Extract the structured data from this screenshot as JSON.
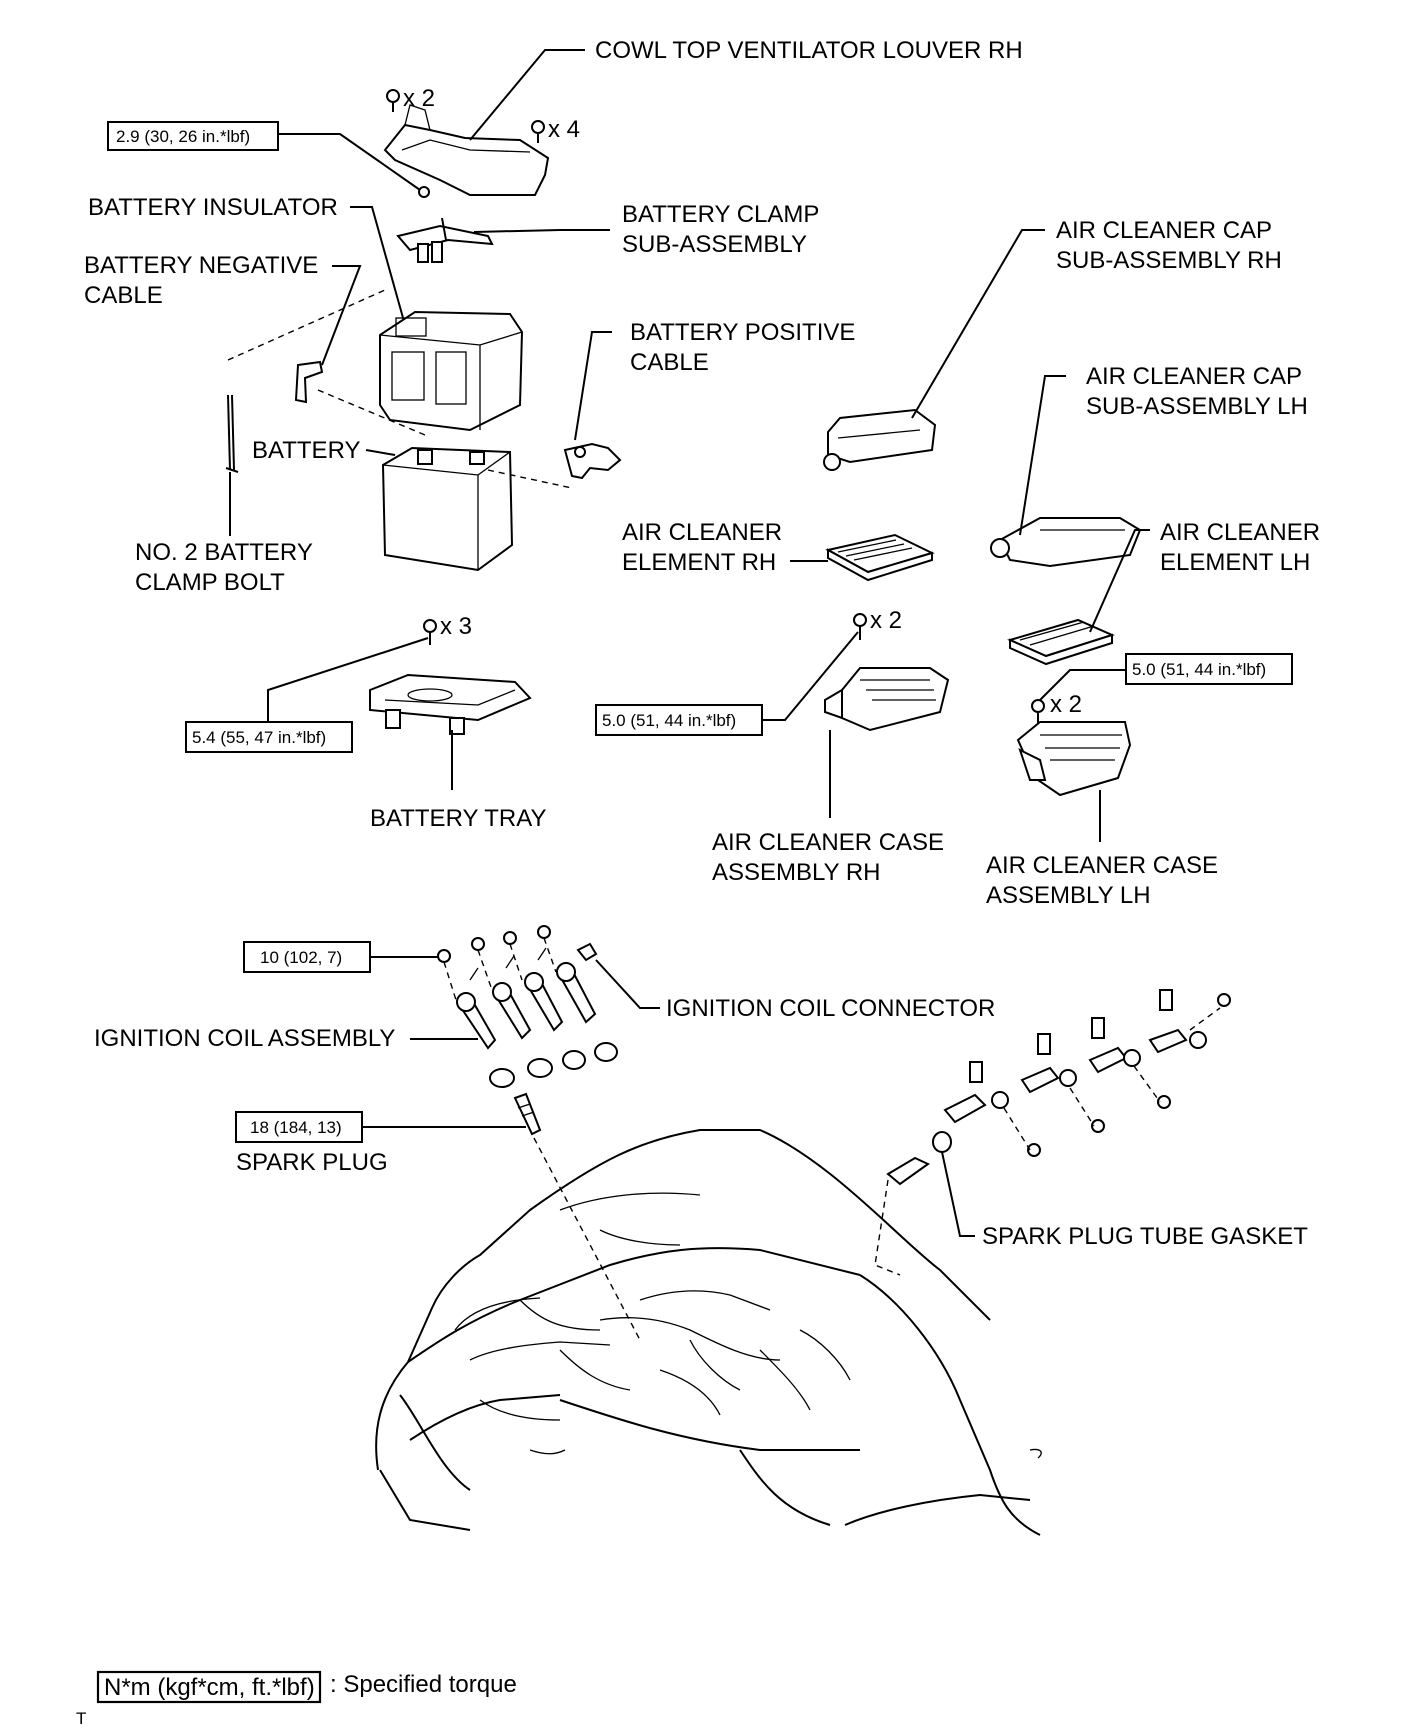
{
  "labels": {
    "cowl_louver": "COWL TOP VENTILATOR LOUVER RH",
    "battery_insulator": "BATTERY INSULATOR",
    "battery_clamp_1": "BATTERY CLAMP",
    "battery_clamp_2": "SUB-ASSEMBLY",
    "neg_cable_1": "BATTERY NEGATIVE",
    "neg_cable_2": "CABLE",
    "pos_cable_1": "BATTERY POSITIVE",
    "pos_cable_2": "CABLE",
    "battery": "BATTERY",
    "clamp_bolt_1": "NO. 2 BATTERY",
    "clamp_bolt_2": "CLAMP BOLT",
    "battery_tray": "BATTERY TRAY",
    "ac_cap_rh_1": "AIR CLEANER CAP",
    "ac_cap_rh_2": "SUB-ASSEMBLY RH",
    "ac_cap_lh_1": "AIR CLEANER CAP",
    "ac_cap_lh_2": "SUB-ASSEMBLY LH",
    "ac_elem_rh_1": "AIR CLEANER",
    "ac_elem_rh_2": "ELEMENT RH",
    "ac_elem_lh_1": "AIR CLEANER",
    "ac_elem_lh_2": "ELEMENT LH",
    "ac_case_rh_1": "AIR CLEANER CASE",
    "ac_case_rh_2": "ASSEMBLY RH",
    "ac_case_lh_1": "AIR CLEANER CASE",
    "ac_case_lh_2": "ASSEMBLY LH",
    "ign_coil_connector": "IGNITION COIL CONNECTOR",
    "ign_coil_assembly": "IGNITION COIL ASSEMBLY",
    "spark_plug": "SPARK PLUG",
    "spark_plug_gasket": "SPARK PLUG TUBE GASKET"
  },
  "torques": {
    "clamp_nut": "2.9 (30, 26 in.*lbf)",
    "tray_bolt": "5.4 (55, 47 in.*lbf)",
    "case_rh": "5.0 (51, 44 in.*lbf)",
    "case_lh": "5.0 (51, 44 in.*lbf)",
    "coil_bolt": "10 (102, 7)",
    "spark_plug": "18 (184, 13)"
  },
  "quantities": {
    "louver_clip_a": "x 2",
    "louver_clip_b": "x 4",
    "tray_bolt": "x 3",
    "case_rh_bolt": "x 2",
    "case_lh_bolt": "x 2"
  },
  "legend": {
    "unit_box": "N*m (kgf*cm, ft.*lbf)",
    "description": ": Specified torque"
  },
  "footer_mark": "T"
}
